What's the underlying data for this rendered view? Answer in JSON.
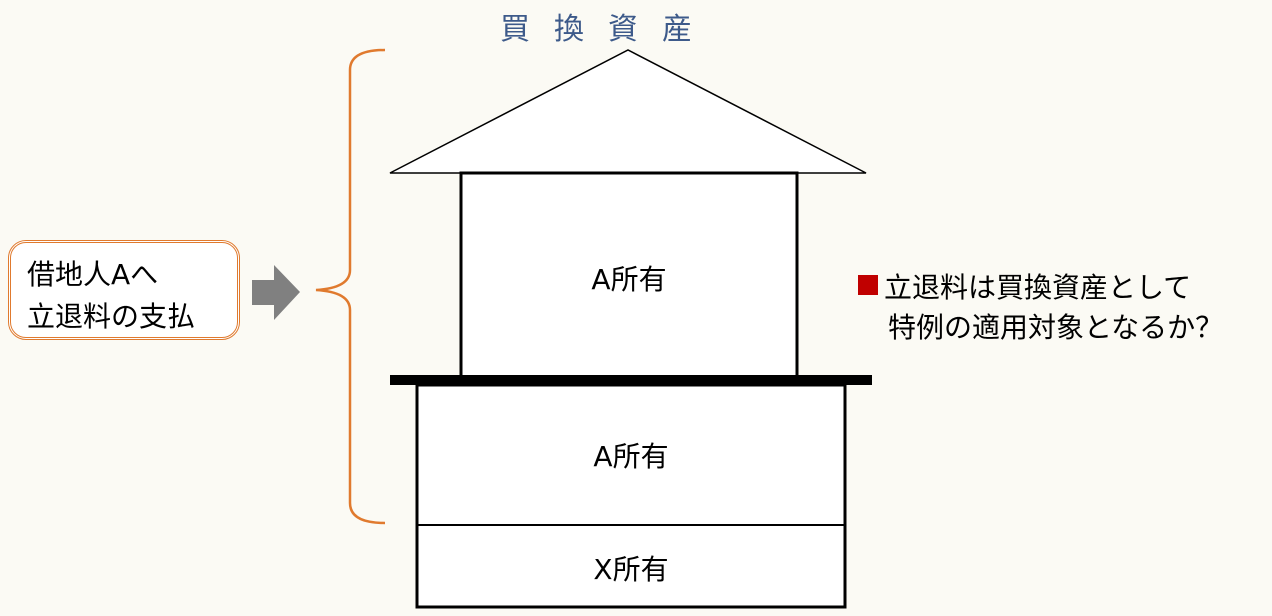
{
  "title": "買換資産",
  "callout": {
    "line1": "借地人Aへ",
    "line2": "立退料の支払"
  },
  "building": {
    "upper_label": "A所有",
    "middle_label": "A所有",
    "bottom_label": "X所有"
  },
  "question": {
    "line1": "立退料は買換資産として",
    "line2": "特例の適用対象となるか？"
  },
  "colors": {
    "title": "#3d5a8a",
    "brace": "#e07a2e",
    "arrow": "#808080",
    "bullet": "#c00000"
  }
}
